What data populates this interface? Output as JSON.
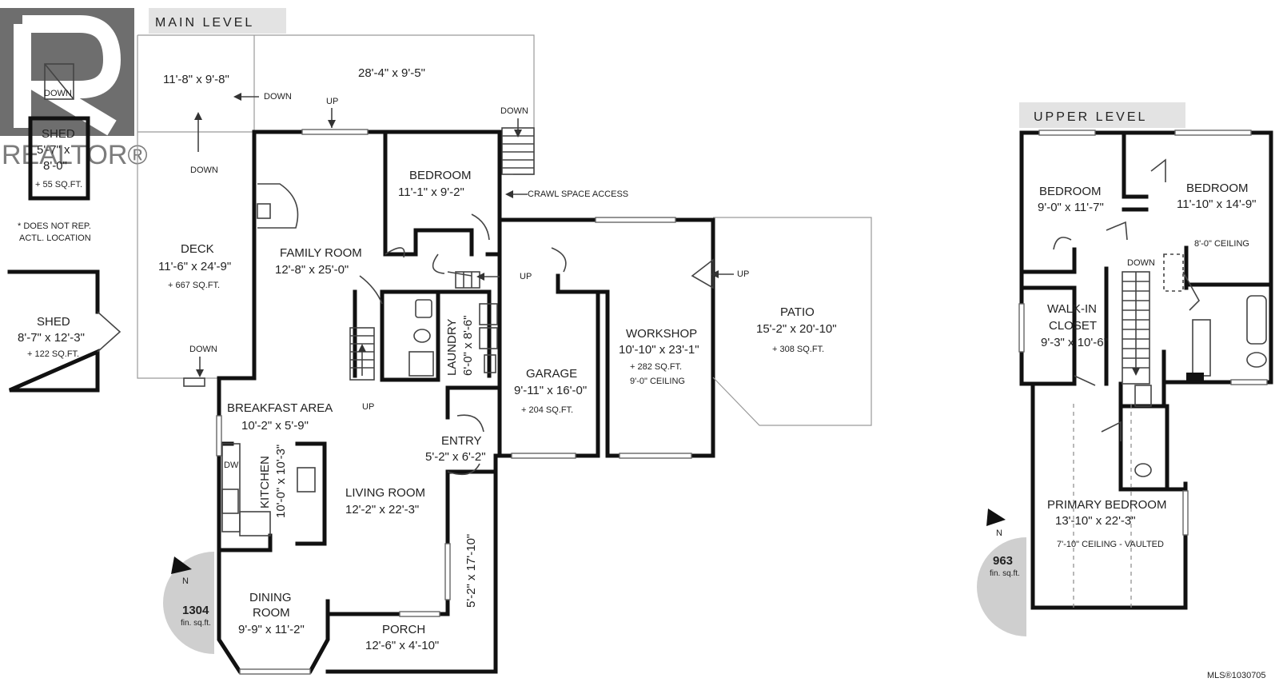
{
  "watermark": {
    "brand": "REALTOR®",
    "note": "logo mark, lettering drawn as picture"
  },
  "main_level": {
    "title": "MAIN LEVEL",
    "deck_upper": "11'-8\" x 9'-8\"",
    "deck_right_upper": "28'-4\" x 9'-5\"",
    "deck_name": "DECK",
    "deck_dims": "11'-6\" x 24'-9\"",
    "deck_area": "+ 667 SQ.FT.",
    "family_room_name": "FAMILY ROOM",
    "family_room_dims": "12'-8\" x 25'-0\"",
    "bedroom_name": "BEDROOM",
    "bedroom_dims": "11'-1\" x 9'-2\"",
    "crawl_space": "CRAWL SPACE ACCESS",
    "laundry_name": "LAUNDRY",
    "laundry_dims": "6'-0\" x 8'-6\"",
    "garage_name": "GARAGE",
    "garage_dims": "9'-11\" x 16'-0\"",
    "garage_area": "+ 204 SQ.FT.",
    "workshop_name": "WORKSHOP",
    "workshop_dims": "10'-10\" x 23'-1\"",
    "workshop_area": "+ 282 SQ.FT.",
    "workshop_ceiling": "9'-0\" CEILING",
    "patio_name": "PATIO",
    "patio_dims": "15'-2\" x 20'-10\"",
    "patio_area": "+ 308 SQ.FT.",
    "breakfast_name": "BREAKFAST AREA",
    "breakfast_dims": "10'-2\" x 5'-9\"",
    "kitchen_name": "KITCHEN",
    "kitchen_dims": "10'-0\" x 10'-3\"",
    "dw_label": "DW",
    "entry_name": "ENTRY",
    "entry_dims": "5'-2\" x 6'-2\"",
    "living_name": "LIVING ROOM",
    "living_dims": "12'-2\" x 22'-3\"",
    "porch_side_dims": "5'-2\" x 17'-10\"",
    "dining_name": "DINING",
    "dining_name2": "ROOM",
    "dining_dims": "9'-9\" x 11'-2\"",
    "porch_name": "PORCH",
    "porch_dims": "12'-6\" x 4'-10\"",
    "sqft_value": "1304",
    "sqft_unit": "fin. sq.ft.",
    "north": "N",
    "up": "UP",
    "down": "DOWN"
  },
  "sheds": {
    "small_name": "SHED",
    "small_dims1": "5'-7\" x",
    "small_dims2": "8'-0\"",
    "small_area": "+ 55 SQ.FT.",
    "note1": "* DOES NOT REP.",
    "note2": "ACTL. LOCATION",
    "large_name": "SHED",
    "large_dims": "8'-7\" x 12'-3\"",
    "large_area": "+ 122 SQ.FT."
  },
  "upper_level": {
    "title": "UPPER LEVEL",
    "bedroom1_name": "BEDROOM",
    "bedroom1_dims": "9'-0\" x 11'-7\"",
    "bedroom2_name": "BEDROOM",
    "bedroom2_dims": "11'-10\" x 14'-9\"",
    "bedroom2_ceiling": "8'-0\" CEILING",
    "down": "DOWN",
    "closet_name1": "WALK-IN",
    "closet_name2": "CLOSET",
    "closet_dims": "9'-3\" x 10'-6\"",
    "primary_name": "PRIMARY BEDROOM",
    "primary_dims": "13'-10\" x 22'-3\"",
    "primary_ceiling": "7'-10\" CEILING - VAULTED",
    "sqft_value": "963",
    "sqft_unit": "fin. sq.ft.",
    "north": "N"
  },
  "mls": "MLS®1030705"
}
